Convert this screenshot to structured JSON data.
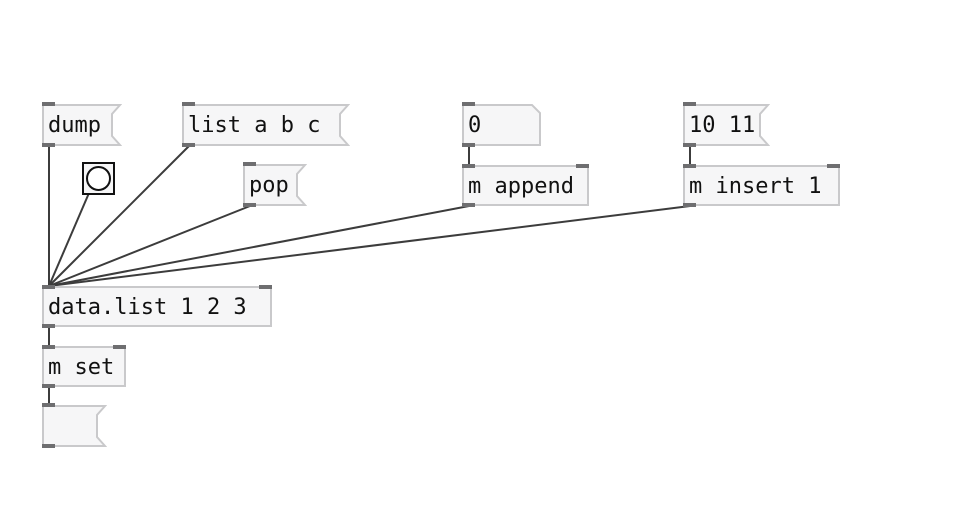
{
  "patch": {
    "messages": {
      "dump": "dump",
      "list": "list a b c",
      "pop": "pop",
      "zero": "0",
      "ten_eleven": "10 11",
      "output": ""
    },
    "objects": {
      "append": "m append",
      "insert": "m insert 1",
      "data_list": "data.list 1 2 3",
      "set": "m set"
    }
  },
  "colors": {
    "box_fill": "#f6f6f7",
    "box_border": "#c9c9cb",
    "cord": "#3c3c3c",
    "port": "#6e6e70"
  }
}
